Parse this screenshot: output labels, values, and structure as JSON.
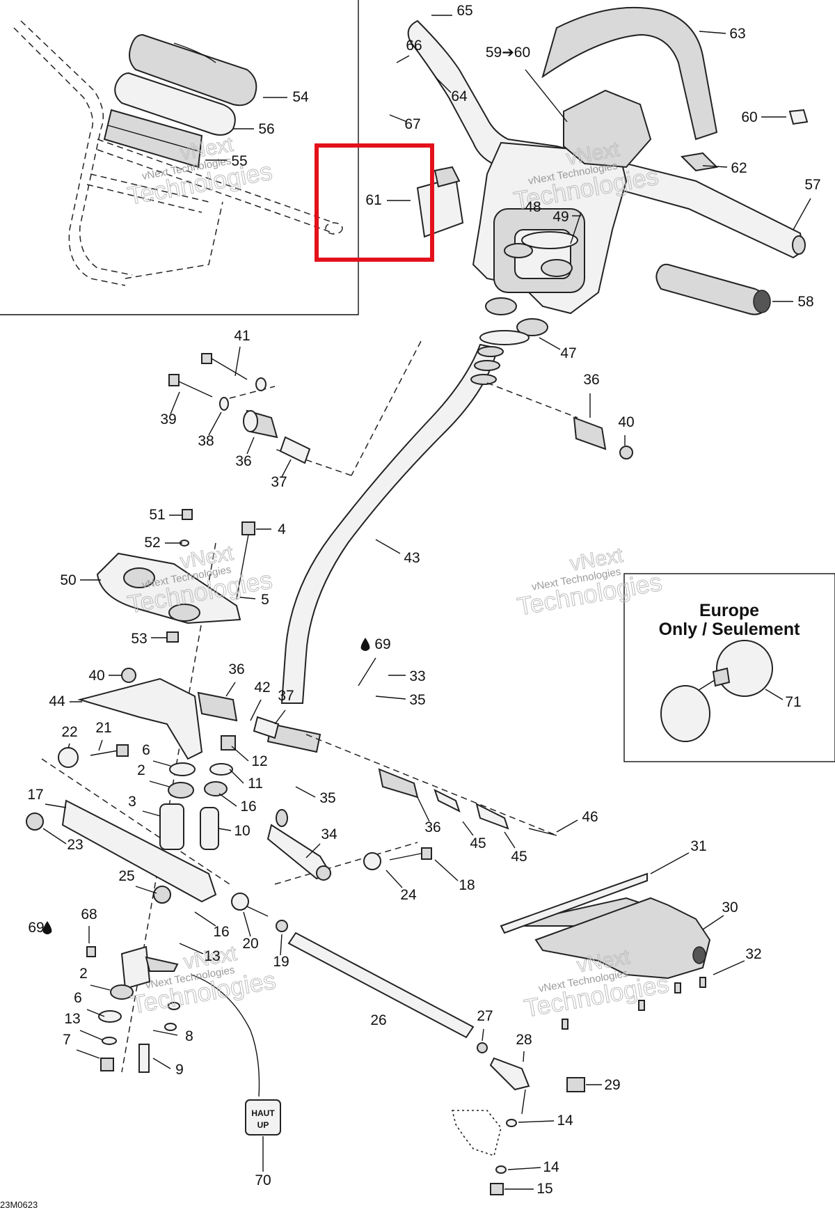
{
  "diagram_code": "23M0623",
  "inset_box": {
    "title_line1": "Europe",
    "title_line2": "Only / Seulement"
  },
  "up_marker": {
    "line1": "HAUT",
    "line2": "UP"
  },
  "watermarks": [
    {
      "small": "vNext Technologies",
      "large": "Technologies",
      "corner": "vNext"
    },
    {
      "small": "vNext Technologies",
      "large": "Technologies",
      "corner": "vNext"
    },
    {
      "small": "vNext Technologies",
      "large": "Technologies",
      "corner": "vNext"
    },
    {
      "small": "vNext Technologies",
      "large": "Technologies",
      "corner": "vNext"
    },
    {
      "small": "vNext Technologies",
      "large": "Technologies",
      "corner": "vNext"
    },
    {
      "small": "vNext Technologies",
      "large": "Technologies",
      "corner": "vNext"
    }
  ],
  "highlight": {
    "label": "61",
    "color": "#e3111b"
  },
  "labels": [
    "65",
    "66",
    "64",
    "67",
    "59➔60",
    "63",
    "60",
    "62",
    "57",
    "58",
    "54",
    "56",
    "55",
    "61",
    "48",
    "49",
    "47",
    "41",
    "39",
    "38",
    "36",
    "37",
    "36",
    "40",
    "43",
    "51",
    "4",
    "52",
    "50",
    "5",
    "53",
    "69",
    "33",
    "35",
    "40",
    "36",
    "42",
    "37",
    "44",
    "22",
    "21",
    "6",
    "12",
    "2",
    "11",
    "3",
    "16",
    "10",
    "17",
    "23",
    "35",
    "36",
    "45",
    "45",
    "46",
    "34",
    "24",
    "18",
    "25",
    "16",
    "31",
    "30",
    "32",
    "69",
    "68",
    "20",
    "19",
    "13",
    "2",
    "6",
    "13",
    "7",
    "8",
    "9",
    "26",
    "27",
    "28",
    "29",
    "14",
    "14",
    "15",
    "70",
    "71"
  ]
}
